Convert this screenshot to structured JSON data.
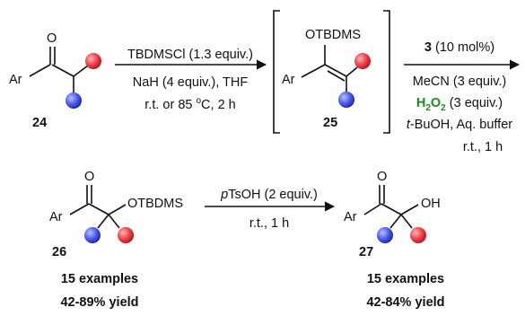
{
  "colors": {
    "red_atom": "#f0444c",
    "blue_atom": "#4c5ef0",
    "green_reagent": "#1f8a1f",
    "ink": "#111111"
  },
  "compound_24": {
    "label": "24",
    "carbonyl_o": "O",
    "aryl": "Ar"
  },
  "step1": {
    "reagent": "TBDMSCl (1.3 equiv.)",
    "base": "NaH (4 equiv.), THF",
    "conditions_pre": "r.t. or 85 ",
    "conditions_deg": "o",
    "conditions_post": "C, 2 h"
  },
  "compound_25": {
    "label": "25",
    "silyl_ether": "OTBDMS",
    "aryl": "Ar"
  },
  "step2": {
    "catalyst_number": "3",
    "catalyst_amount": " (10 mol%)",
    "solvent": "MeCN (3 equiv.)",
    "oxidant_main": "H",
    "oxidant_sub1": "2",
    "oxidant_o": "O",
    "oxidant_sub2": "2",
    "oxidant_amount": " (3 equiv.)",
    "cosolvent_italic": "t",
    "cosolvent_rest": "-BuOH, Aq. buffer",
    "conditions": "r.t., 1 h"
  },
  "compound_26": {
    "label": "26",
    "carbonyl_o": "O",
    "aryl": "Ar",
    "silyl_ether": "OTBDMS",
    "examples": "15 examples",
    "yield": "42-89% yield"
  },
  "step3": {
    "reagent_italic": "p",
    "reagent_rest": "TsOH (2 equiv.)",
    "conditions": "r.t., 1 h"
  },
  "compound_27": {
    "label": "27",
    "carbonyl_o": "O",
    "aryl": "Ar",
    "hydroxyl": "OH",
    "examples": "15 examples",
    "yield": "42-84% yield"
  }
}
